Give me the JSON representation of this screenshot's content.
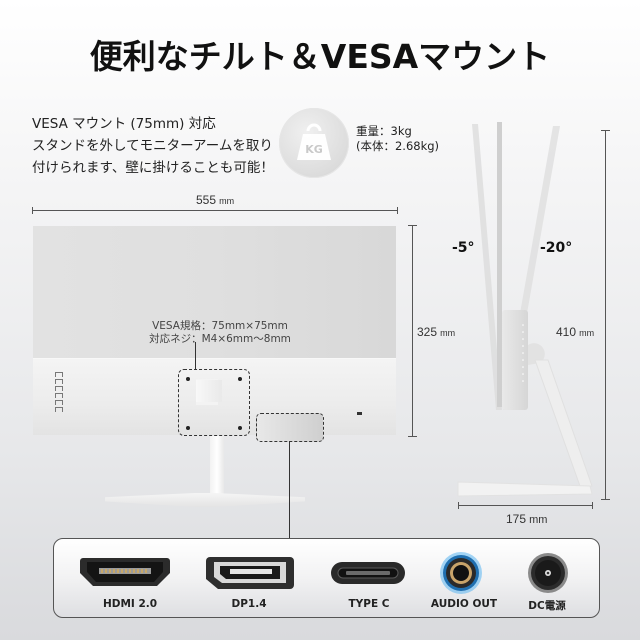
{
  "title": "便利なチルト＆VESAマウント",
  "description": {
    "lines": [
      "VESA マウント (75mm) 対応",
      "スタンドを外してモニターアームを取り",
      "付けられます、壁に掛けることも可能！"
    ]
  },
  "weight": {
    "icon": "kg-weight-icon",
    "icon_label": "KG",
    "line1": "重量：3kg",
    "line2": "(本体：2.68kg)"
  },
  "dimensions": {
    "width": {
      "value": "555",
      "unit": "mm"
    },
    "height_panel": {
      "value": "325",
      "unit": "mm"
    },
    "height_total": {
      "value": "410",
      "unit": "mm"
    },
    "depth": {
      "value": "175",
      "unit": "mm"
    }
  },
  "vesa_spec": {
    "line1": "VESA規格：75mm×75mm",
    "line2": "対応ネジ：M4×6mm～8mm"
  },
  "tilt": {
    "forward": "-5°",
    "backward": "-20°"
  },
  "ports": [
    {
      "icon": "hdmi-port-icon",
      "label": "HDMI 2.0"
    },
    {
      "icon": "displayport-icon",
      "label": "DP1.4"
    },
    {
      "icon": "usb-c-port-icon",
      "label": "TYPE C"
    },
    {
      "icon": "audio-jack-icon",
      "label": "AUDIO OUT",
      "accent": "#3aa0e8"
    },
    {
      "icon": "dc-power-icon",
      "label": "DC電源"
    }
  ]
}
